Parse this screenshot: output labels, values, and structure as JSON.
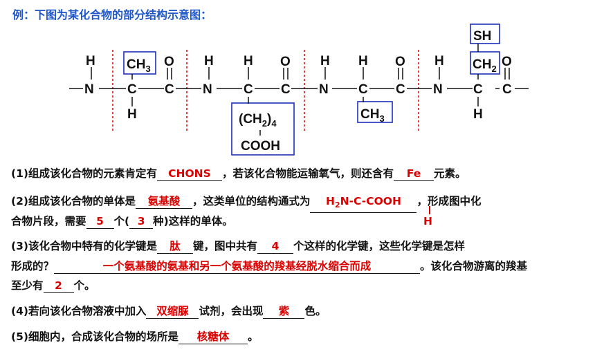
{
  "title": "例：下图为某化合物的部分结构示意图：",
  "structure": {
    "atoms": {
      "N": "N",
      "C": "C",
      "H": "H",
      "O": "O",
      "ch3_main": "CH",
      "ch3_sub": "3",
      "sh": "SH",
      "ch2_main": "CH",
      "ch2_sub": "2",
      "ch2n_open": "(CH",
      "ch2n_sub2": "2",
      "ch2n_close": ")",
      "ch2n_sub4": "4",
      "cooh": "COOH"
    }
  },
  "colors": {
    "box": "#1c2fb8",
    "divider": "#e00000",
    "answer": "#d90000",
    "title": "#1f57c9"
  },
  "q1": {
    "text_a": "(1)组成该化合物的元素肯定有",
    "ans_a": "CHONS",
    "text_b": "，若该化合物能运输氧气，则还含有",
    "ans_b": "Fe",
    "text_c": "元素。"
  },
  "q2": {
    "text_a": "(2)组成该化合物的单体是",
    "ans_a": "氨基酸",
    "text_b": "，这类单位的结构通式为",
    "ans_b": "H2N-C-COOH",
    "ans_b_pre": "H",
    "ans_b_sub": "2",
    "ans_b_post": "N-C-COOH",
    "ans_b_h": "H",
    "text_c": "，形成图中化",
    "text_d": "合物片段，需要",
    "ans_c": "5",
    "text_e": "个(",
    "ans_d": "3",
    "text_f": "种)这样的单体。"
  },
  "q3": {
    "text_a": "(3)该化合物中特有的化学键是",
    "ans_a": "肽",
    "text_b": "键，图中共有",
    "ans_b": "4",
    "text_c": "个这样的化学键，这些化学键是怎样",
    "text_d": "形成的？",
    "ans_c": "一个氨基酸的氨基和另一个氨基酸的羧基经脱水缩合而成",
    "text_e": "。该化合物游离的羧基",
    "text_f": "至少有",
    "ans_d": "2",
    "text_g": "个。"
  },
  "q4": {
    "text_a": "(4)若向该化合物溶液中加入",
    "ans_a": "双缩脲",
    "text_b": "试剂，会出现",
    "ans_b": "紫",
    "text_c": "色。"
  },
  "q5": {
    "text_a": "(5)细胞内，合成该化合物的场所是",
    "ans_a": "核糖体",
    "text_b": "。"
  }
}
